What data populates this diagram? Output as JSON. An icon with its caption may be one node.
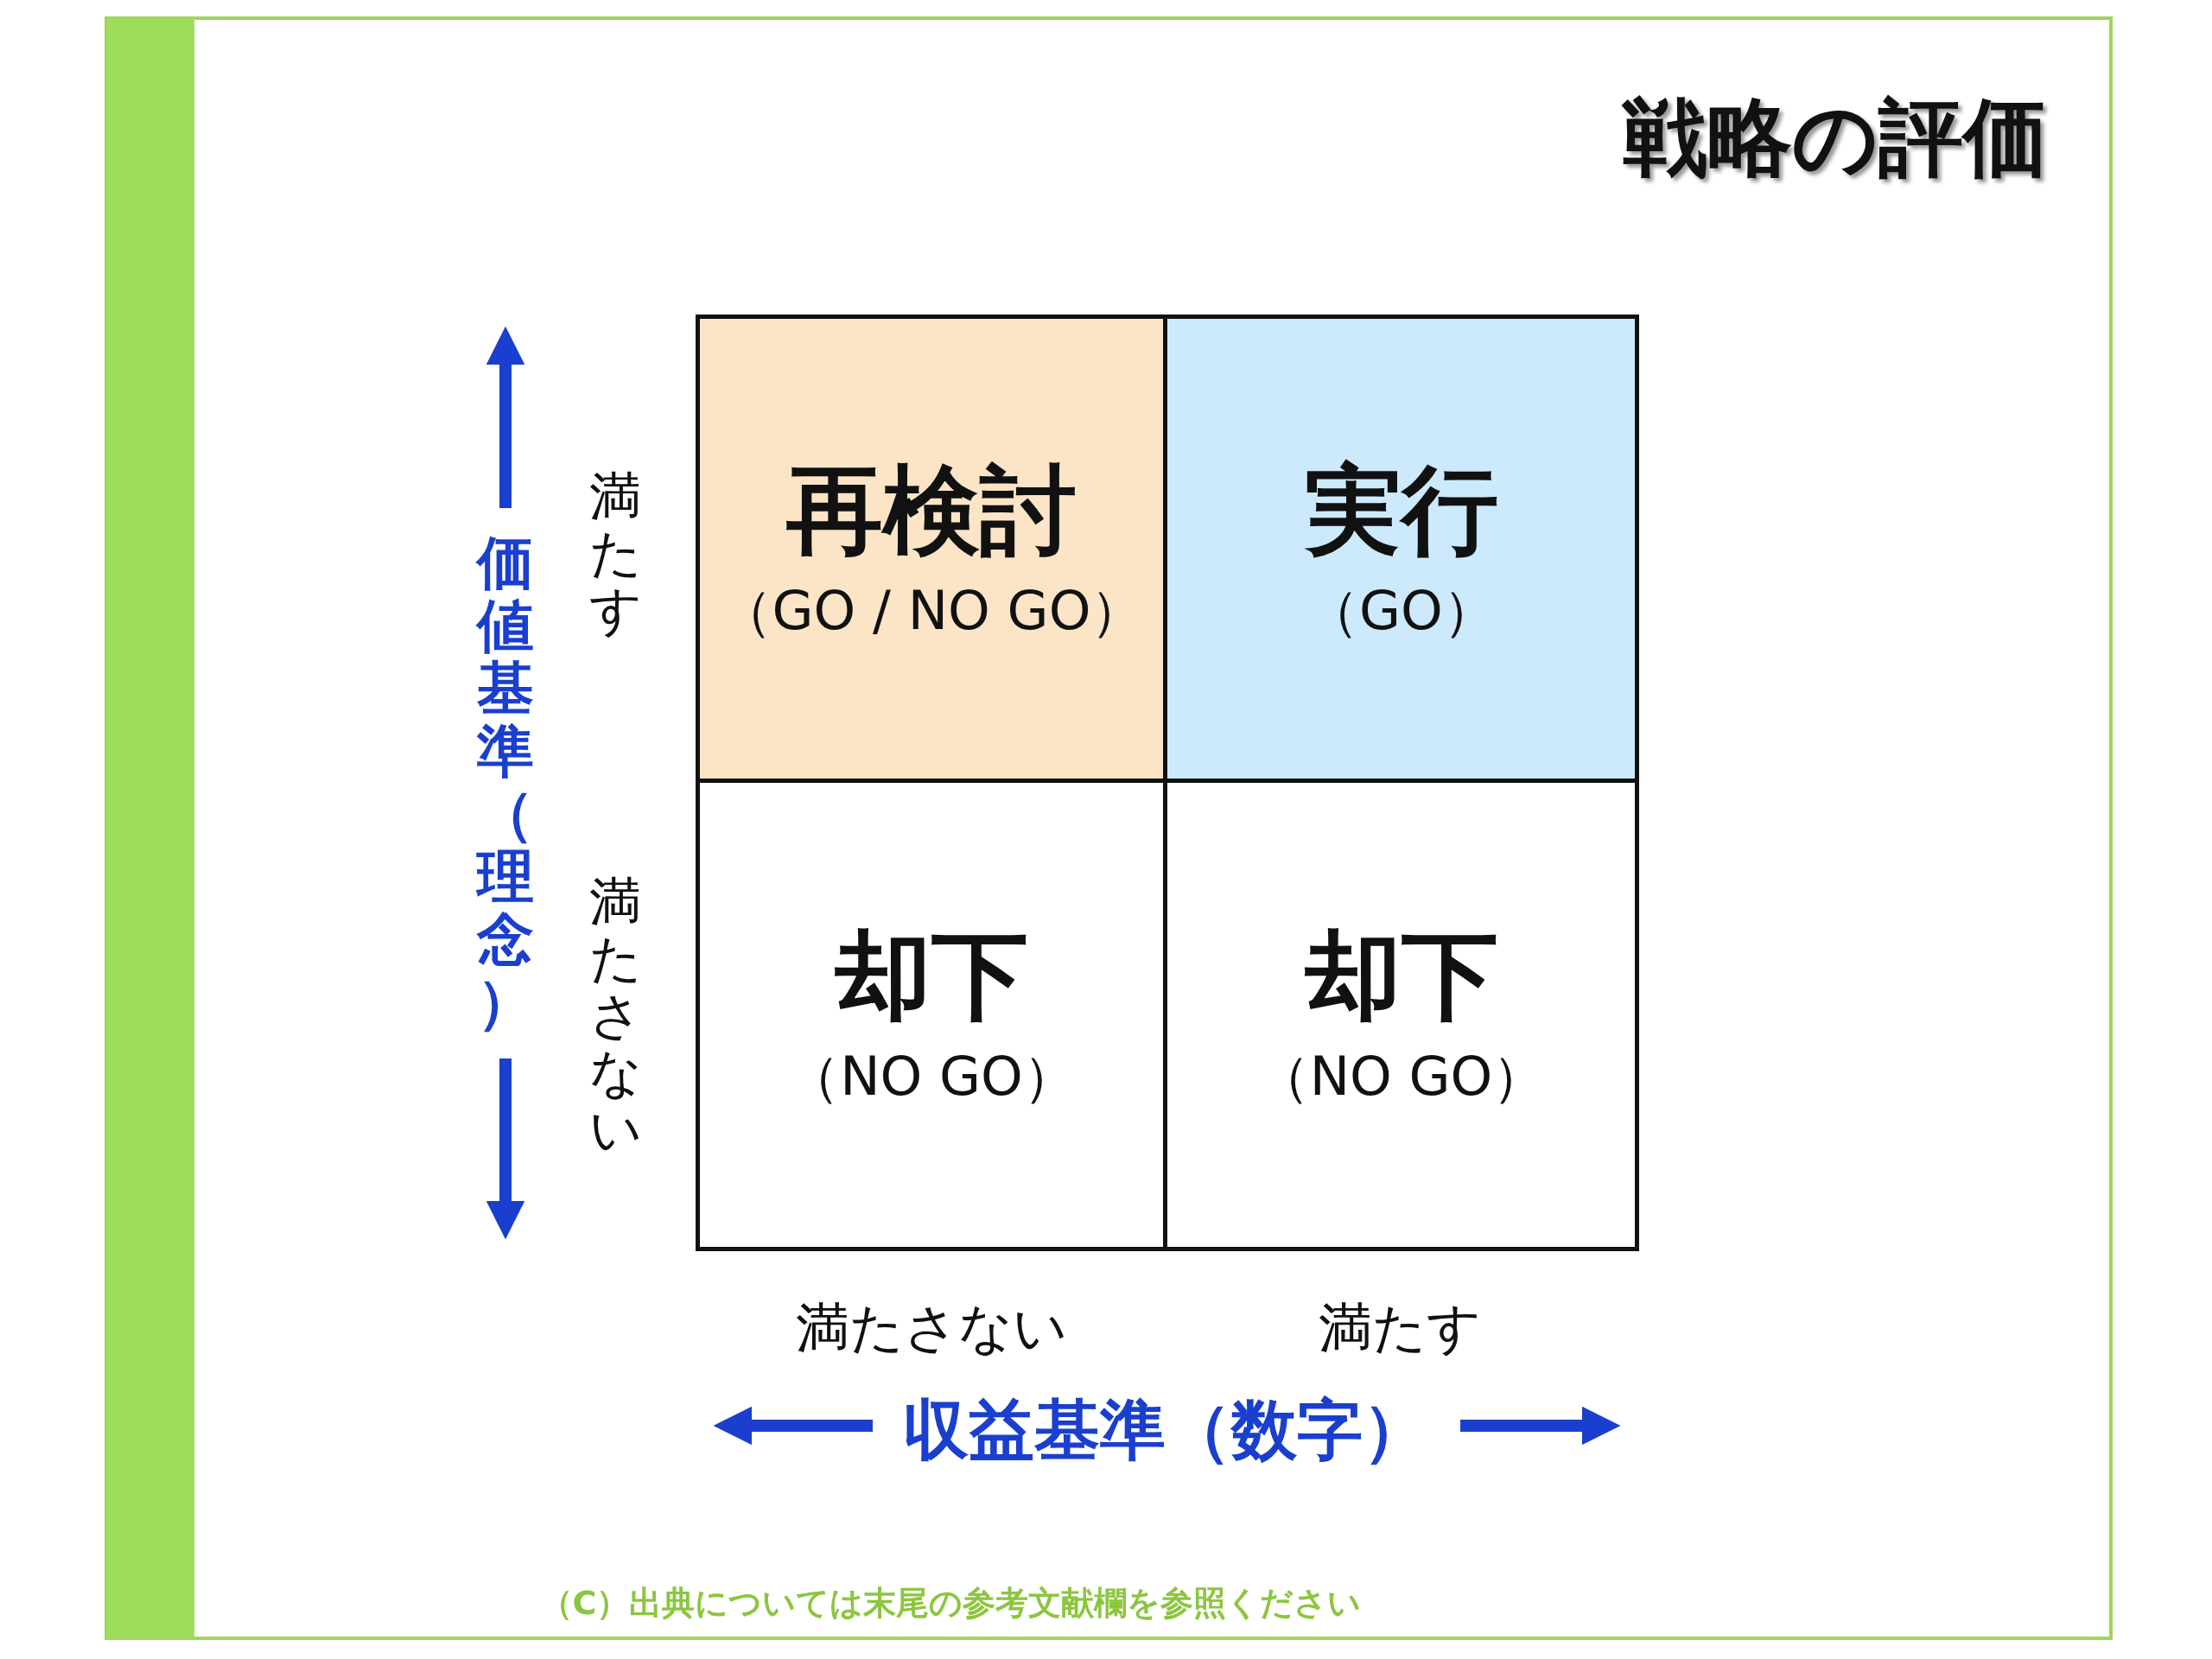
{
  "diagram": {
    "title": "戦略の評価",
    "nodes": [
      {
        "text": [
          "再検討",
          "（GO / NO GO）"
        ]
      },
      {
        "text": [
          "実行",
          "（GO）"
        ]
      },
      {
        "text": [
          "却下",
          "（NO GO）"
        ]
      },
      {
        "text": [
          "却下",
          "（NO GO）"
        ]
      }
    ],
    "labels": [
      "価値基準（理念）",
      "満たす",
      "満たさない",
      "満たさない",
      "満たす",
      "収益基準（数字）",
      "（C）出典については末尾の参考文献欄を参照ください"
    ]
  }
}
